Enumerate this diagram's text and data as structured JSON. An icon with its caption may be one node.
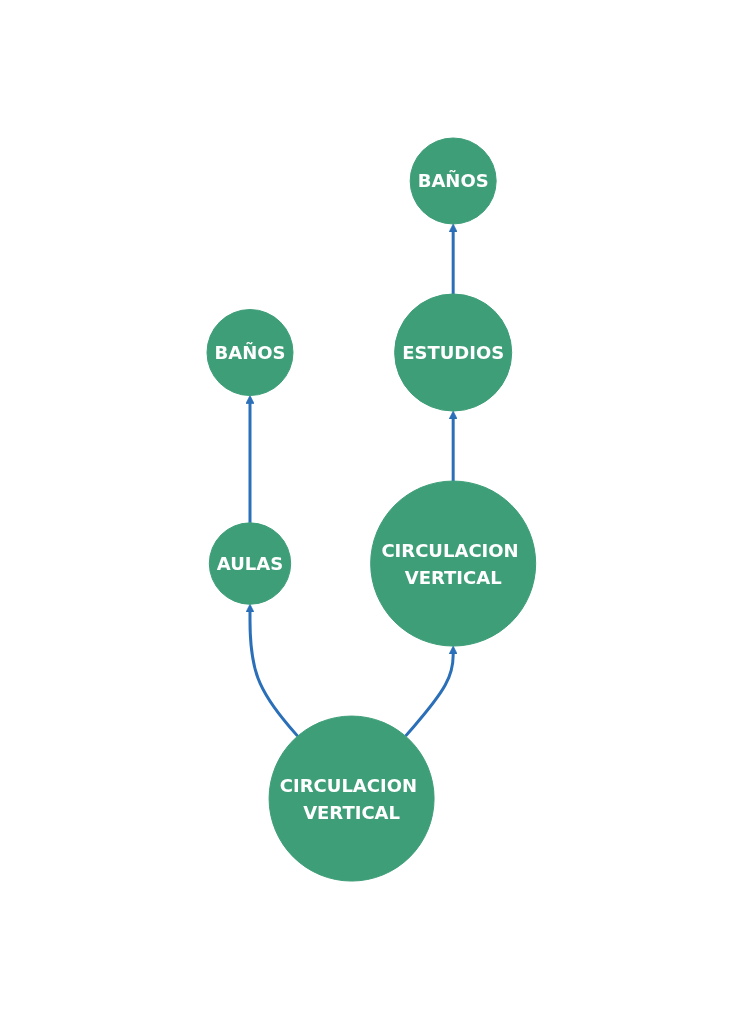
{
  "diagram": {
    "nodes": [
      {
        "text": [
          "BAÑOS"
        ]
      },
      {
        "text": [
          "BAÑOS"
        ]
      },
      {
        "text": [
          "AULAS"
        ]
      },
      {
        "text": [
          "ESTUDIOS"
        ]
      },
      {
        "text": [
          "CIRCULACION VERTICAL"
        ]
      },
      {
        "text": [
          "CIRCULACION VERTICAL"
        ]
      }
    ],
    "edges": [
      {
        "from": 4,
        "to": 2,
        "arrow": "to"
      },
      {
        "from": 2,
        "to": 0,
        "arrow": "to"
      },
      {
        "from": 5,
        "to": 3,
        "arrow": "to"
      },
      {
        "from": 3,
        "to": 1,
        "arrow": "to"
      },
      {
        "from": 4,
        "to": 5,
        "arrow": "to"
      }
    ]
  }
}
